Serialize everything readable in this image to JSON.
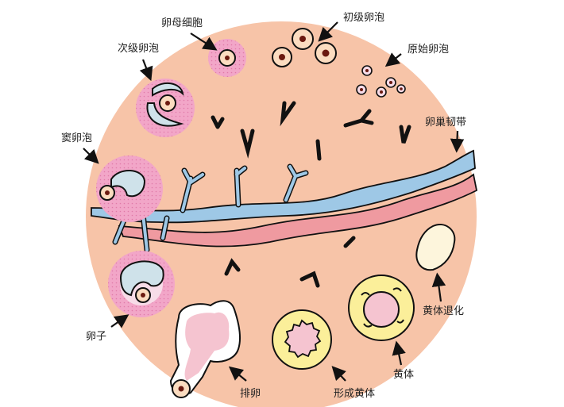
{
  "colors": {
    "ovary": "#f7c4a8",
    "follicle_pink": "#f2a6c8",
    "antrum": "#cfe2ea",
    "oocyte": "#fbdcc0",
    "nucleus": "#6b1a10",
    "vein": "#9ec8e6",
    "artery": "#ef9aa0",
    "corpus_luteum": "#fbef9a",
    "degenerated": "#fdf5dc"
  },
  "labels": {
    "oocyte_cell": "卵母细胞",
    "primary_follicle": "初级卵泡",
    "secondary_follicle": "次级卵泡",
    "primordial_follicle": "原始卵泡",
    "ovarian_ligament": "卵巢韧带",
    "antral_follicle": "窦卵泡",
    "ovum": "卵子",
    "ovulation": "排卵",
    "forming_corpus_luteum": "形成黄体",
    "corpus_luteum": "黄体",
    "corpus_luteum_regression": "黄体退化"
  }
}
